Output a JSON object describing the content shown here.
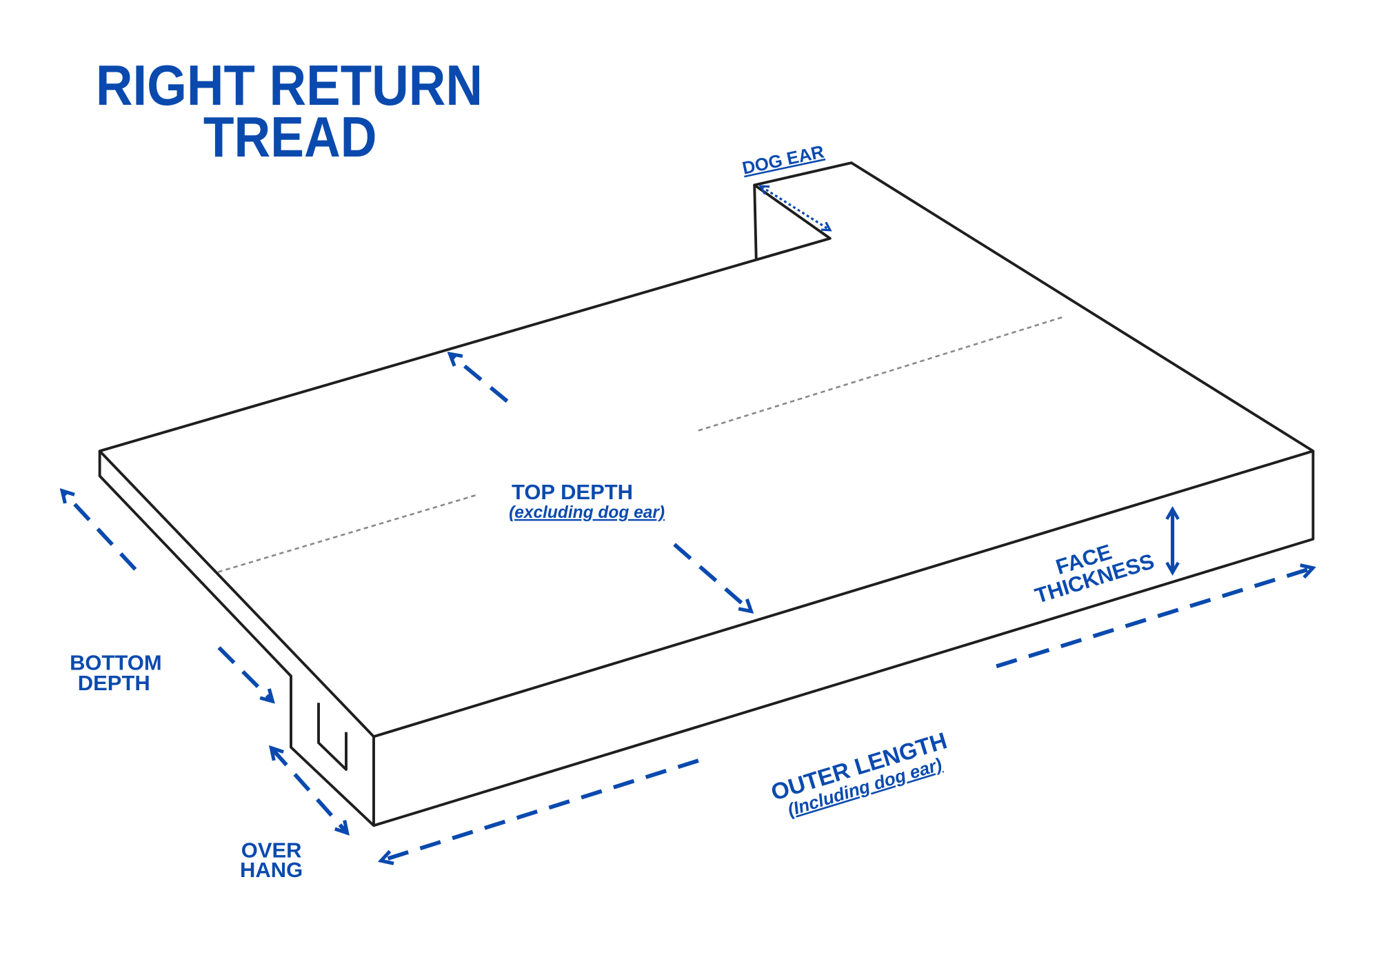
{
  "title": {
    "line1": "RIGHT RETURN",
    "line2": "TREAD"
  },
  "labels": {
    "dog_ear": "DOG EAR",
    "top_depth": "TOP  DEPTH",
    "top_depth_note": "(excluding dog ear)",
    "face_line1": "FACE",
    "face_line2": "THICKNESS",
    "bottom_line1": "BOTTOM",
    "bottom_line2": "DEPTH",
    "over_line1": "OVER",
    "over_line2": "HANG",
    "outer_length": "OUTER LENGTH",
    "outer_length_note": "(Including dog ear)"
  },
  "colors": {
    "accent": "#0a4aae",
    "outline": "#1e1e1e",
    "guide": "#888888"
  }
}
